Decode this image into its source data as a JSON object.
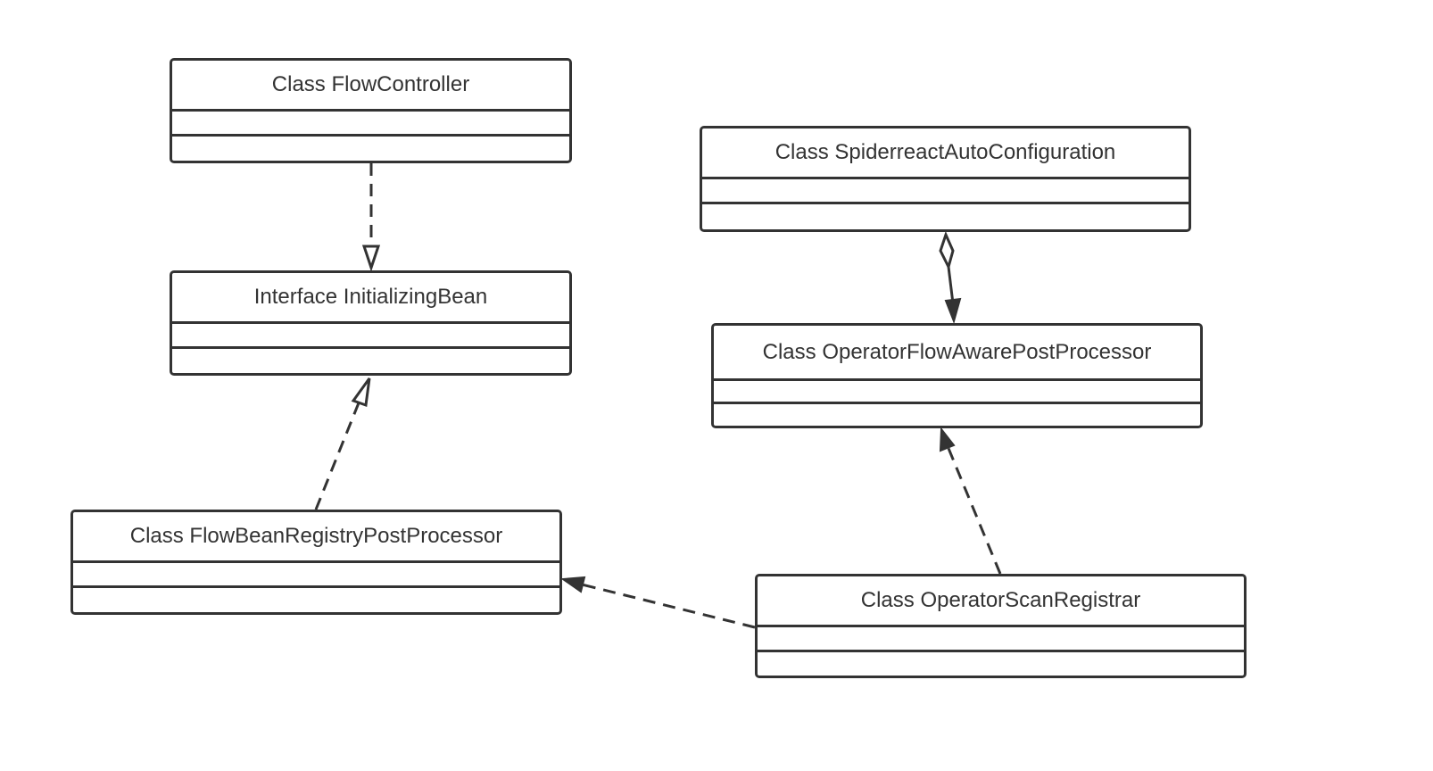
{
  "diagram": {
    "type": "uml-class-diagram",
    "colors": {
      "stroke": "#333333",
      "background": "#ffffff",
      "text": "#333333"
    },
    "classes": [
      {
        "id": "flow-controller",
        "name": "Class FlowController"
      },
      {
        "id": "initializing-bean",
        "name": "Interface InitializingBean"
      },
      {
        "id": "flow-bean-registry-post-processor",
        "name": "Class FlowBeanRegistryPostProcessor"
      },
      {
        "id": "spiderreact-auto-configuration",
        "name": "Class SpiderreactAutoConfiguration"
      },
      {
        "id": "operator-flow-aware-post-processor",
        "name": "Class OperatorFlowAwarePostProcessor"
      },
      {
        "id": "operator-scan-registrar",
        "name": "Class OperatorScanRegistrar"
      }
    ],
    "relations": [
      {
        "from": "flow-controller",
        "to": "initializing-bean",
        "kind": "realization"
      },
      {
        "from": "flow-bean-registry-post-processor",
        "to": "initializing-bean",
        "kind": "realization"
      },
      {
        "from": "spiderreact-auto-configuration",
        "to": "operator-flow-aware-post-processor",
        "kind": "aggregation"
      },
      {
        "from": "operator-scan-registrar",
        "to": "operator-flow-aware-post-processor",
        "kind": "dependency"
      },
      {
        "from": "operator-scan-registrar",
        "to": "flow-bean-registry-post-processor",
        "kind": "dependency"
      }
    ]
  }
}
